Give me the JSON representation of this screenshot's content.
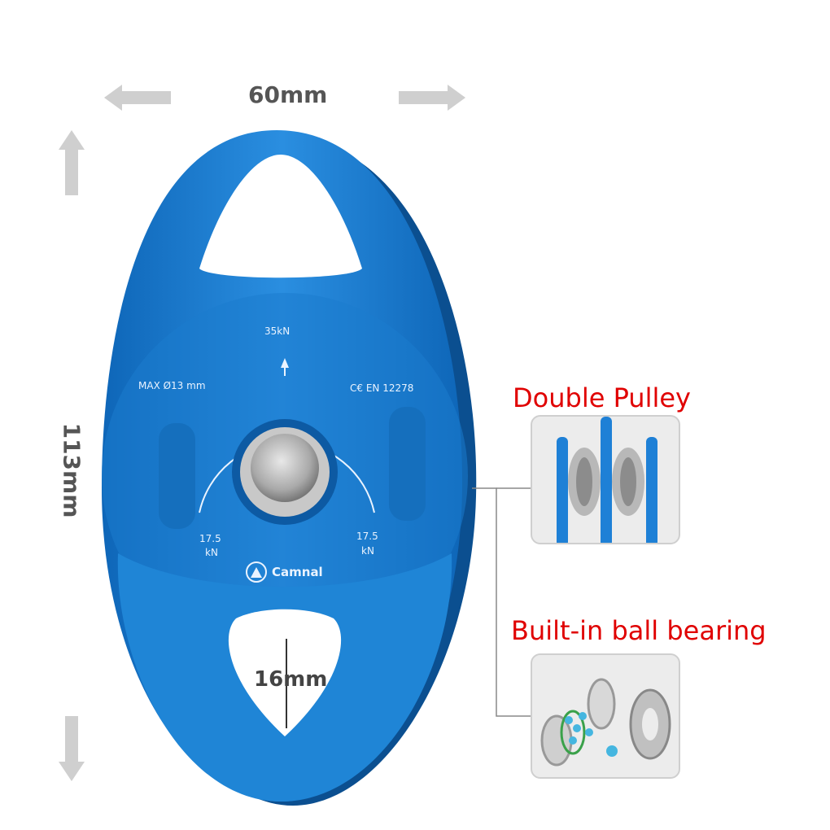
{
  "dimensions": {
    "width": "60mm",
    "height": "113mm",
    "hole": "16mm"
  },
  "engravings": {
    "top_load": "35kN",
    "rope_max": "MAX Ø13 mm",
    "standard": "C€ EN 12278",
    "left_load_value": "17.5",
    "left_load_unit": "kN",
    "right_load_value": "17.5",
    "right_load_unit": "kN",
    "brand": "Camnal"
  },
  "callouts": {
    "feature1": "Double Pulley",
    "feature2": "Built-in ball bearing"
  },
  "colors": {
    "body": "#1e7fd0",
    "body_dark": "#0f5fa8",
    "callout_text": "#e00000",
    "dim_text": "#555555"
  }
}
